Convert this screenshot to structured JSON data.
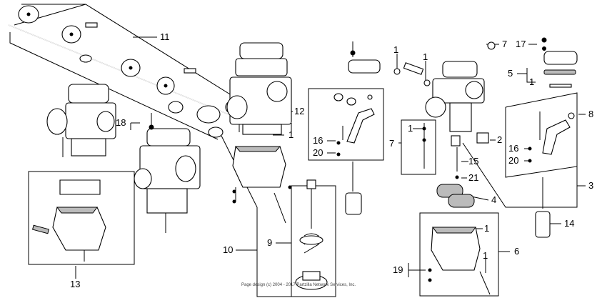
{
  "callouts": [
    {
      "id": "c11",
      "text": "11"
    },
    {
      "id": "c18",
      "text": "18"
    },
    {
      "id": "c13",
      "text": "13"
    },
    {
      "id": "c1a",
      "text": "1"
    },
    {
      "id": "c12",
      "text": "12"
    },
    {
      "id": "c10",
      "text": "10"
    },
    {
      "id": "c9",
      "text": "9"
    },
    {
      "id": "c1b",
      "text": "1"
    },
    {
      "id": "c1c",
      "text": "1"
    },
    {
      "id": "c16a",
      "text": "16"
    },
    {
      "id": "c20a",
      "text": "20"
    },
    {
      "id": "c7a",
      "text": "7"
    },
    {
      "id": "c1d",
      "text": "1"
    },
    {
      "id": "c7b",
      "text": "7"
    },
    {
      "id": "c17",
      "text": "17"
    },
    {
      "id": "c5",
      "text": "5"
    },
    {
      "id": "c1e",
      "text": "1"
    },
    {
      "id": "c8",
      "text": "8"
    },
    {
      "id": "c2",
      "text": "2"
    },
    {
      "id": "c16b",
      "text": "16"
    },
    {
      "id": "c20b",
      "text": "20"
    },
    {
      "id": "c15",
      "text": "15"
    },
    {
      "id": "c21",
      "text": "21"
    },
    {
      "id": "c3",
      "text": "3"
    },
    {
      "id": "c4",
      "text": "4"
    },
    {
      "id": "c14",
      "text": "14"
    },
    {
      "id": "c1f",
      "text": "1"
    },
    {
      "id": "c6",
      "text": "6"
    },
    {
      "id": "c1g",
      "text": "1"
    },
    {
      "id": "c19",
      "text": "19"
    }
  ],
  "footer": {
    "copyright": "Page design (c) 2004 - 2017 Partzilla Network Services, Inc."
  }
}
